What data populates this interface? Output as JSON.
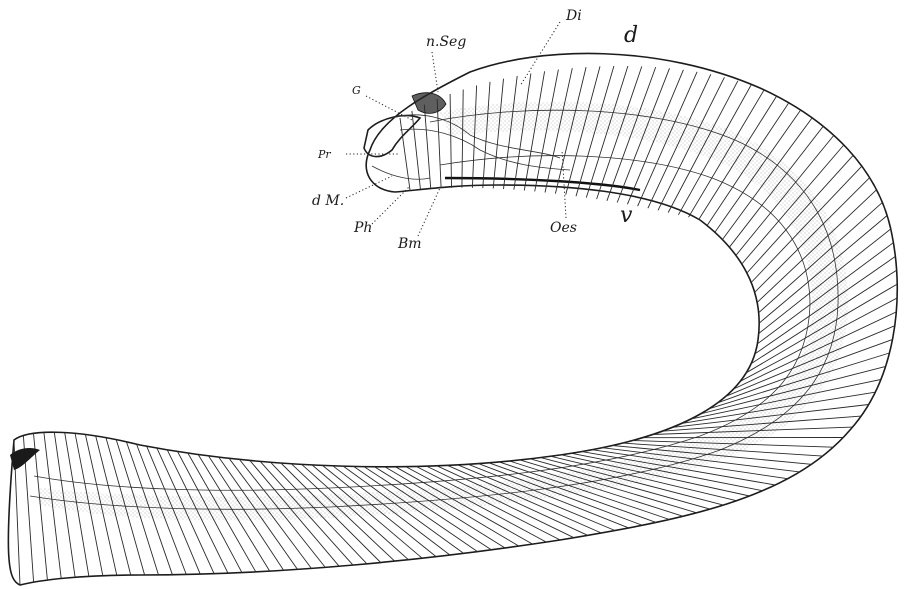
{
  "figure": {
    "labels": {
      "di": "Di",
      "d": "d",
      "seg": "n.Seg",
      "g": "G",
      "pr": "Pr",
      "dm": "d M.",
      "ph": "Ph",
      "bm": "Bm",
      "oes": "Oes",
      "v": "v"
    }
  }
}
